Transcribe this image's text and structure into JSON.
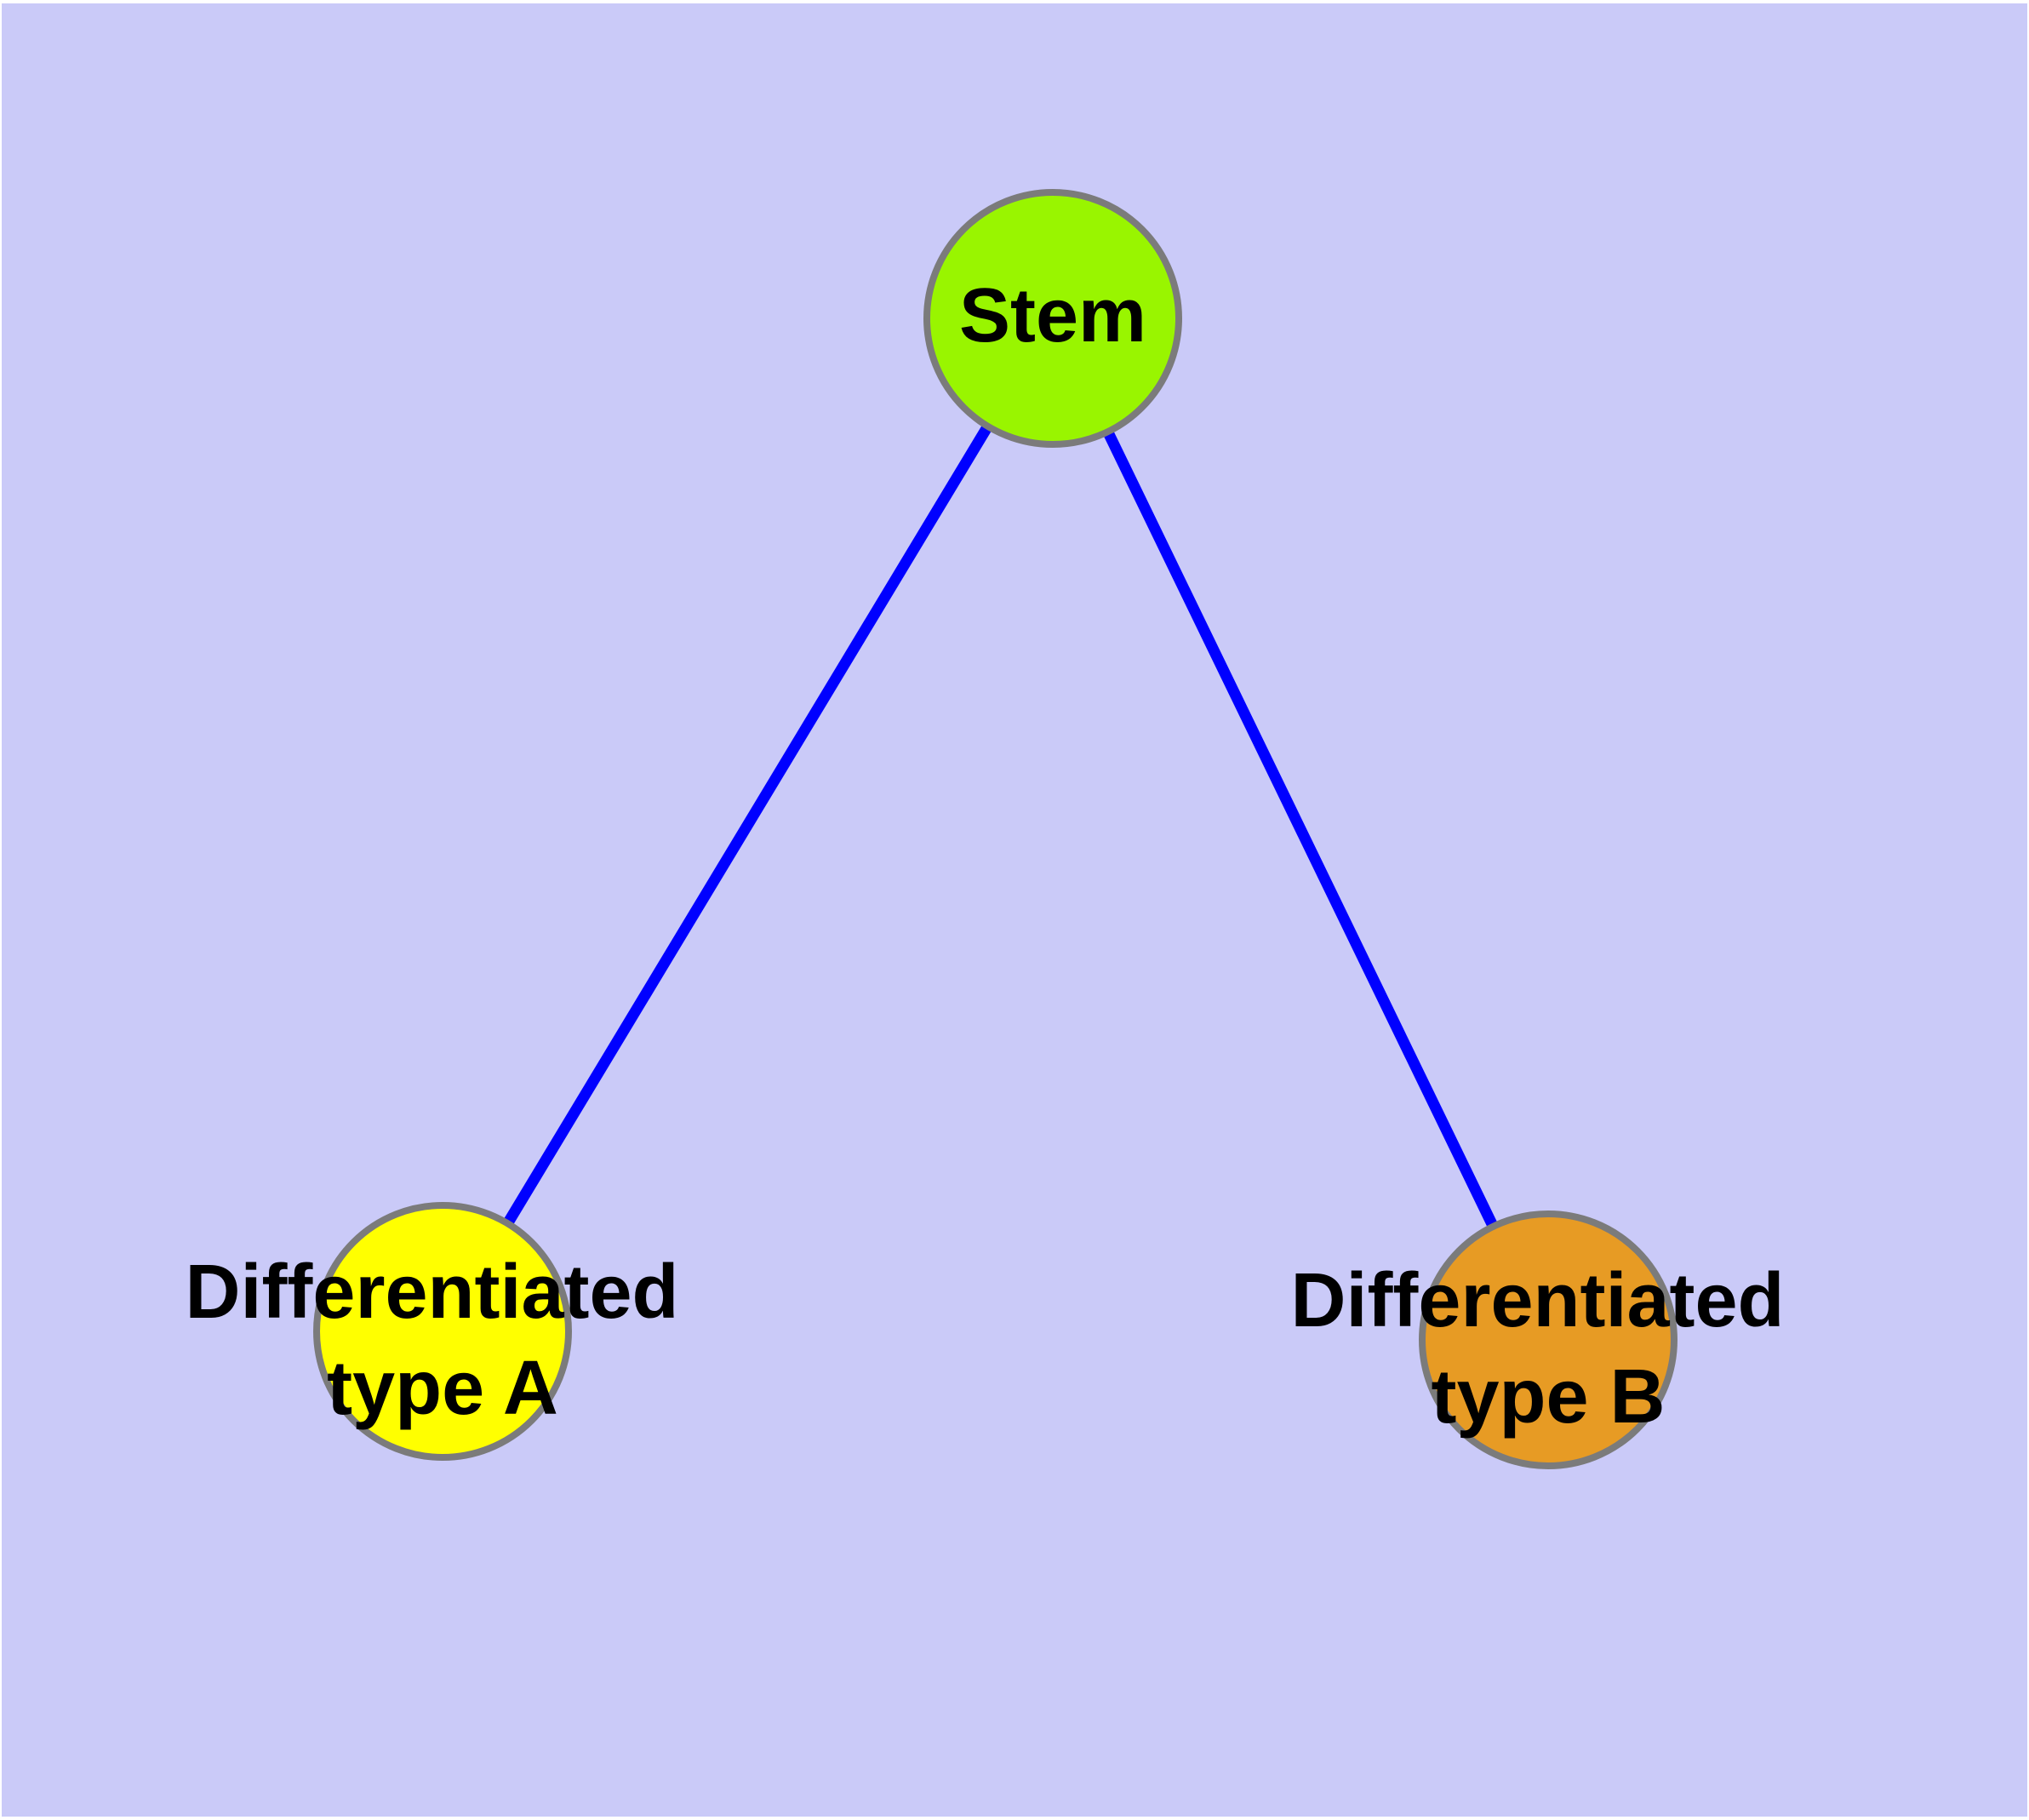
{
  "diagram": {
    "type": "graph",
    "title": "Stem cell differentiation diagram",
    "colors": {
      "background": "#CACAF8",
      "page_border": "#FFFFFF",
      "edge": "#0000FF",
      "node_border": "#7B7B7B",
      "label_text": "#000000"
    },
    "nodes": [
      {
        "id": "stem",
        "label": "Stem",
        "label_lines": [
          "Stem"
        ],
        "color": "#99F500",
        "shape": "circle"
      },
      {
        "id": "differentiated-type-a",
        "label": "Differentiated type A",
        "label_lines": [
          "Differentiated",
          "type A"
        ],
        "color": "#FFFF00",
        "shape": "circle"
      },
      {
        "id": "differentiated-type-b",
        "label": "Differentiated type B",
        "label_lines": [
          "Differentiated",
          "type B"
        ],
        "color": "#E79B24",
        "shape": "circle"
      }
    ],
    "edges": [
      {
        "from": "Stem",
        "to": "Differentiated type A"
      },
      {
        "from": "Stem",
        "to": "Differentiated type B"
      }
    ]
  }
}
